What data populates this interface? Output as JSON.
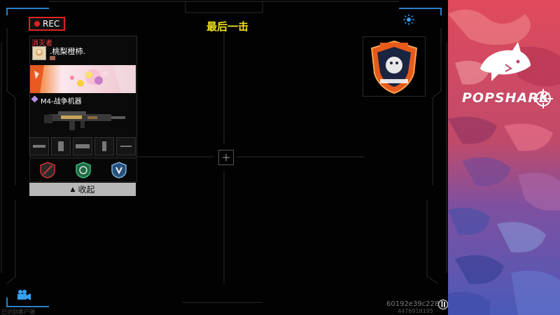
{
  "hud": {
    "rec_label": "REC",
    "title": "最后一击"
  },
  "killer_card": {
    "label": "消灭者",
    "player_name": ".桃梨橙柿.",
    "weapon_name": "M4-战争机器",
    "collapse_label": "收起"
  },
  "bottom": {
    "session_id_line1": "60192e39c2284",
    "session_id_line2": "4476918195",
    "left_tiny": "已识别客户端"
  },
  "side_panel": {
    "brand": "POPSHARK"
  },
  "icons": {
    "rec": "record-dot-icon",
    "settings": "settings-sun-icon",
    "camera": "camera-icon",
    "collapse": "triangle-up-icon",
    "crosshair": "crosshair-icon"
  },
  "colors": {
    "rec_red": "#e02020",
    "title_yellow": "#f0e020",
    "hud_blue": "#35a0f0",
    "killer_red": "#ff4040",
    "collapse_bg": "#b8b8b8"
  }
}
